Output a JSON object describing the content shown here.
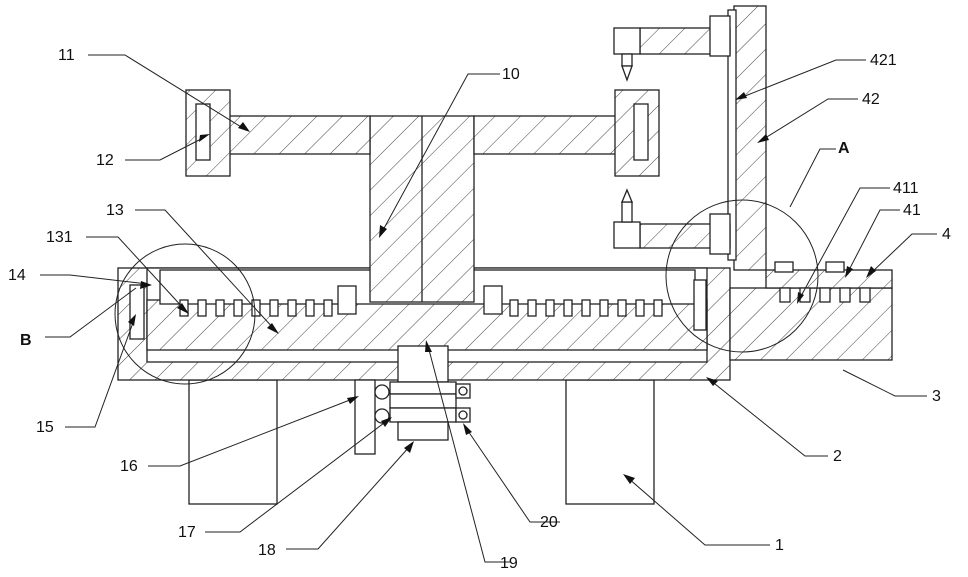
{
  "labels": {
    "l1": "1",
    "l2": "2",
    "l3": "3",
    "l4": "4",
    "l10": "10",
    "l11": "11",
    "l12": "12",
    "l13": "13",
    "l131": "131",
    "l14": "14",
    "l15": "15",
    "l16": "16",
    "l17": "17",
    "l18": "18",
    "l19": "19",
    "l20": "20",
    "l41": "41",
    "l411": "411",
    "l42": "42",
    "l421": "421",
    "detailA": "A",
    "detailB": "B"
  },
  "colors": {
    "line": "#222222",
    "background": "#ffffff",
    "hatch": "#444444"
  }
}
